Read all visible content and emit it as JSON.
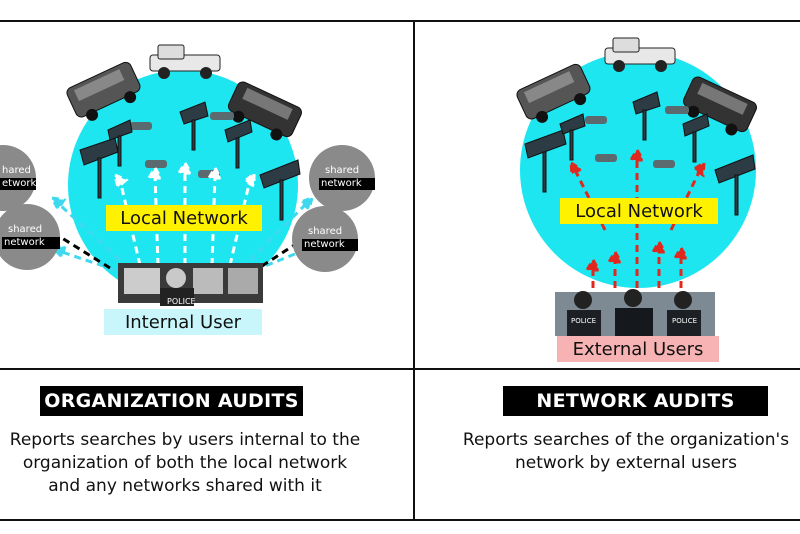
{
  "left": {
    "network_label": "Local Network",
    "user_label": "Internal User",
    "shared_line1": "shared",
    "shared_line2": "network",
    "shared_cut_line1": "hared",
    "shared_cut_line2": "etwork",
    "banner": "ORGANIZATION AUDITS",
    "desc_lines": [
      "Reports searches by users internal to the",
      "organization of both the local network",
      "and any networks shared with it"
    ]
  },
  "right": {
    "network_label": "Local Network",
    "user_label": "External Users",
    "banner": "NETWORK AUDITS",
    "desc_lines": [
      "Reports searches of the organization's",
      "network by external users"
    ]
  },
  "colors": {
    "network_circle": "#1ee6f0",
    "label_yellow": "#fff200",
    "internal_bg": "#c8f6fb",
    "external_bg": "#f7b3b3",
    "arrow_white": "#ffffff",
    "arrow_cyan": "#3fd9ef",
    "arrow_red": "#e0281e"
  },
  "icons": [
    "pickup-truck-icon",
    "suv-icon",
    "sedan-icon",
    "solar-camera-icon",
    "police-monitor-icon",
    "officers-icon"
  ]
}
